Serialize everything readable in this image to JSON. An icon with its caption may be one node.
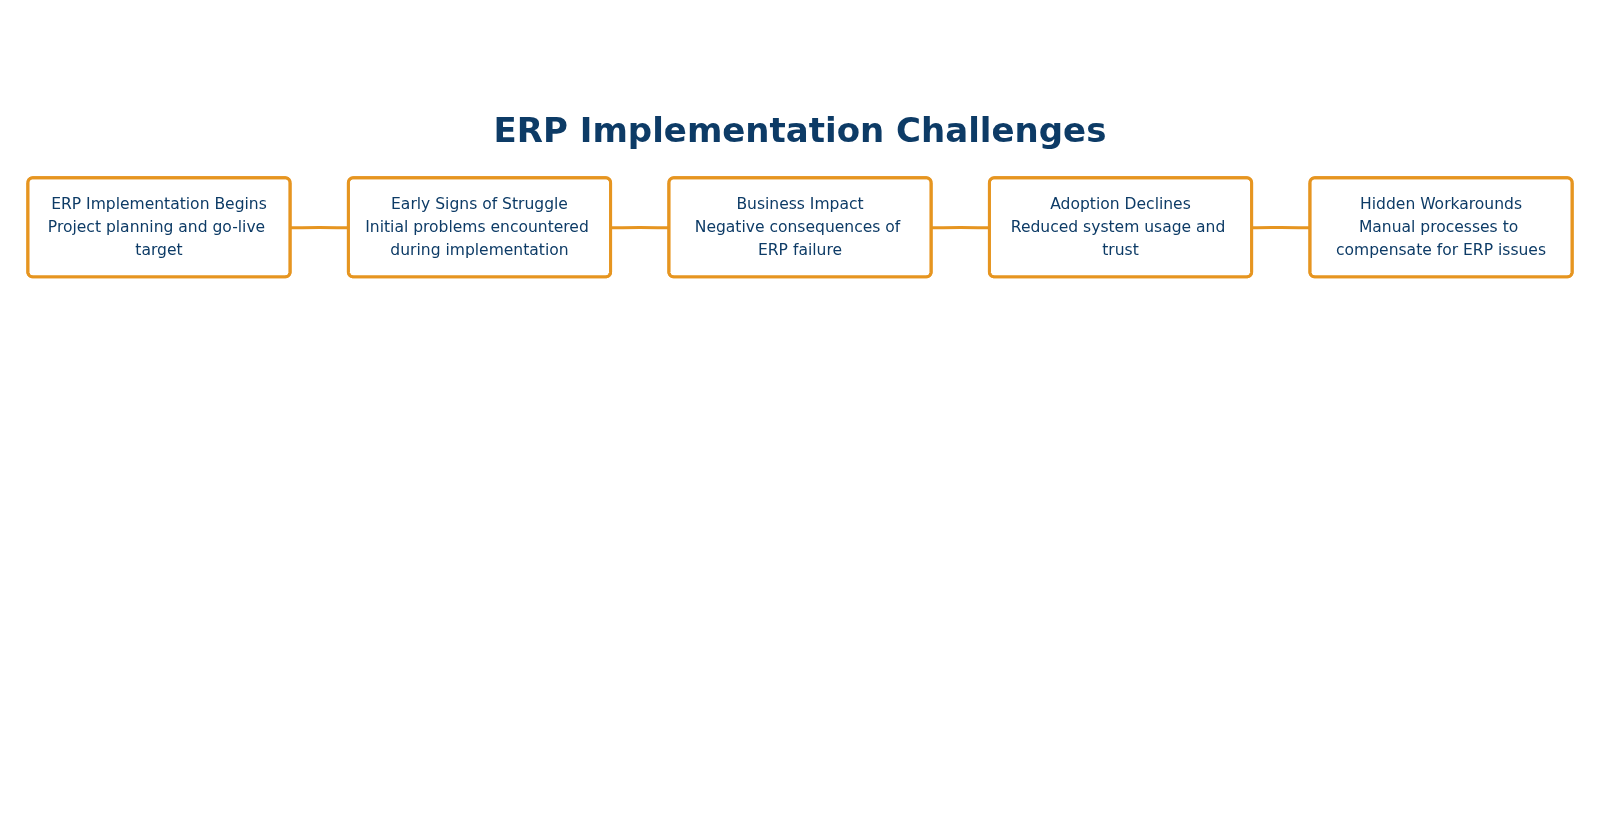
{
  "diagram": {
    "title": "ERP Implementation Challenges",
    "nodes": [
      {
        "text": [
          "Early Signs of Struggle",
          "Initial problems encountered during implementation"
        ]
      },
      {
        "text": [
          "Business Impact",
          "Negative consequences of ERP failure"
        ]
      },
      {
        "text": [
          "ERP Implementation Begins",
          "Project planning and go-live target"
        ]
      },
      {
        "text": [
          "Adoption Declines",
          "Reduced system usage and trust"
        ]
      },
      {
        "text": [
          "Hidden Workarounds",
          "Manual processes to compensate for ERP issues"
        ]
      }
    ],
    "edges": [
      {
        "from": 2,
        "to": 0,
        "arrow": "none"
      },
      {
        "from": 0,
        "to": 1,
        "arrow": "none"
      },
      {
        "from": 1,
        "to": 3,
        "arrow": "none"
      },
      {
        "from": 3,
        "to": 4,
        "arrow": "none"
      }
    ]
  }
}
